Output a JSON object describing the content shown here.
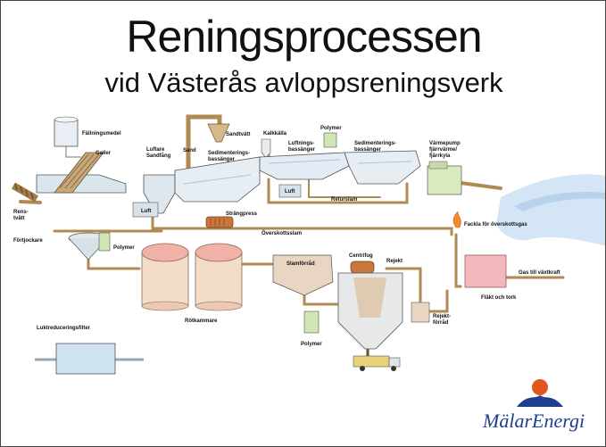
{
  "header": {
    "title": "Reningsprocessen",
    "subtitle": "vid Västerås avloppsreningsverk"
  },
  "labels": {
    "fallningsmedel": "Fällningsmedel",
    "galler": "Galler",
    "luftare_sandfang": [
      "Luftare",
      "Sandfång"
    ],
    "sand": "Sand",
    "sandtvatt": "Sandtvätt",
    "sedimentering1": [
      "Sedimenterings-",
      "bassänger"
    ],
    "kalkkalla": "Kalkkälla",
    "polymer_top": "Polymer",
    "luftningsbassanger": [
      "Luftnings-",
      "bassänger"
    ],
    "sedimentering2": [
      "Sedimenterings-",
      "bassänger"
    ],
    "varmepump": [
      "Värmepump",
      "fjärrvärme/",
      "fjärrkyla"
    ],
    "rens_tvatt": [
      "Rens-",
      "tvätt"
    ],
    "luft_1": "Luft",
    "luft_2": "Luft",
    "returslam": "Returslam",
    "strangpress": "Strängpress",
    "fortjockare": "Förtjockare",
    "polymer_mid": "Polymer",
    "overskottsslam": "Överskottsslam",
    "facklan": [
      "Facklа för överskottsgas"
    ],
    "slamforrad": "Slamförråd",
    "centrifug": "Centrifug",
    "rejekt": "Rejekt",
    "gas_vaxtkraft": "Gas till växtkraft",
    "flakt_tork": "Fläkt och tork",
    "rotkammare": "Rötkammare",
    "rejektforrad": [
      "Rejekt-",
      "förråd"
    ],
    "luktreducering": "Luktreduceringsfilter",
    "polymer_bottom": "Polymer"
  },
  "brand": {
    "name": "MälarEnergi"
  },
  "colors": {
    "pipe": "#b08a52",
    "pipe_dark": "#8a6a3a",
    "water": "#cfe0f0",
    "tank": "#e4e8ec",
    "sludge_tank": "#f3ddc9",
    "digester_top": "#f0b2a6",
    "green_box": "#cfe5b2",
    "gas_box": "#f3b8bc",
    "brand_blue": "#1c3f8f",
    "brand_orange": "#e5551e"
  }
}
